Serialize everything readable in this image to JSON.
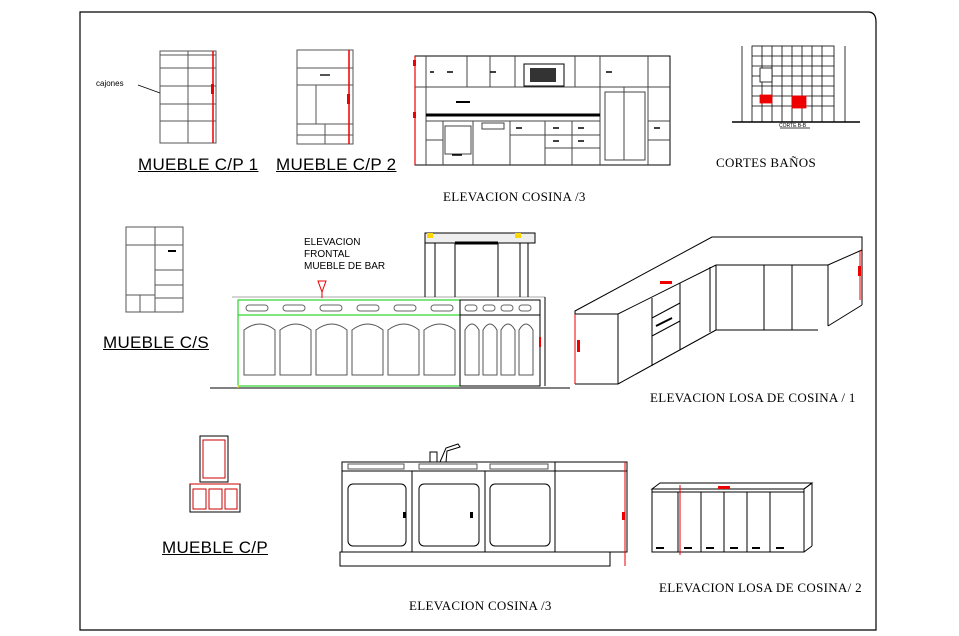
{
  "labels": {
    "cajones": "cajones",
    "mueble_cp1": "MUEBLE C/P 1",
    "mueble_cp2": "MUEBLE C/P 2",
    "elev_cocina_top": "ELEVACION  COSINA /3",
    "cortes_banos": "CORTES BAÑOS",
    "mueble_cs": "MUEBLE C/S",
    "elev_frontal_bar_1": "ELEVACION",
    "elev_frontal_bar_2": "FRONTAL",
    "elev_frontal_bar_3": "MUEBLE DE BAR",
    "elev_losa_1": "ELEVACION LOSA DE COSINA / 1",
    "mueble_cp": "MUEBLE C/P",
    "elev_cocina_bottom": "ELEVACION  COSINA /3",
    "elev_losa_2": "ELEVACION LOSA DE COSINA/ 2",
    "corte_tag": "CORTE B-B"
  },
  "colors": {
    "line": "#000000",
    "dimension": "#ff0000",
    "highlight": "#00cc00",
    "guide": "#ffd700",
    "panel": "#666666"
  }
}
